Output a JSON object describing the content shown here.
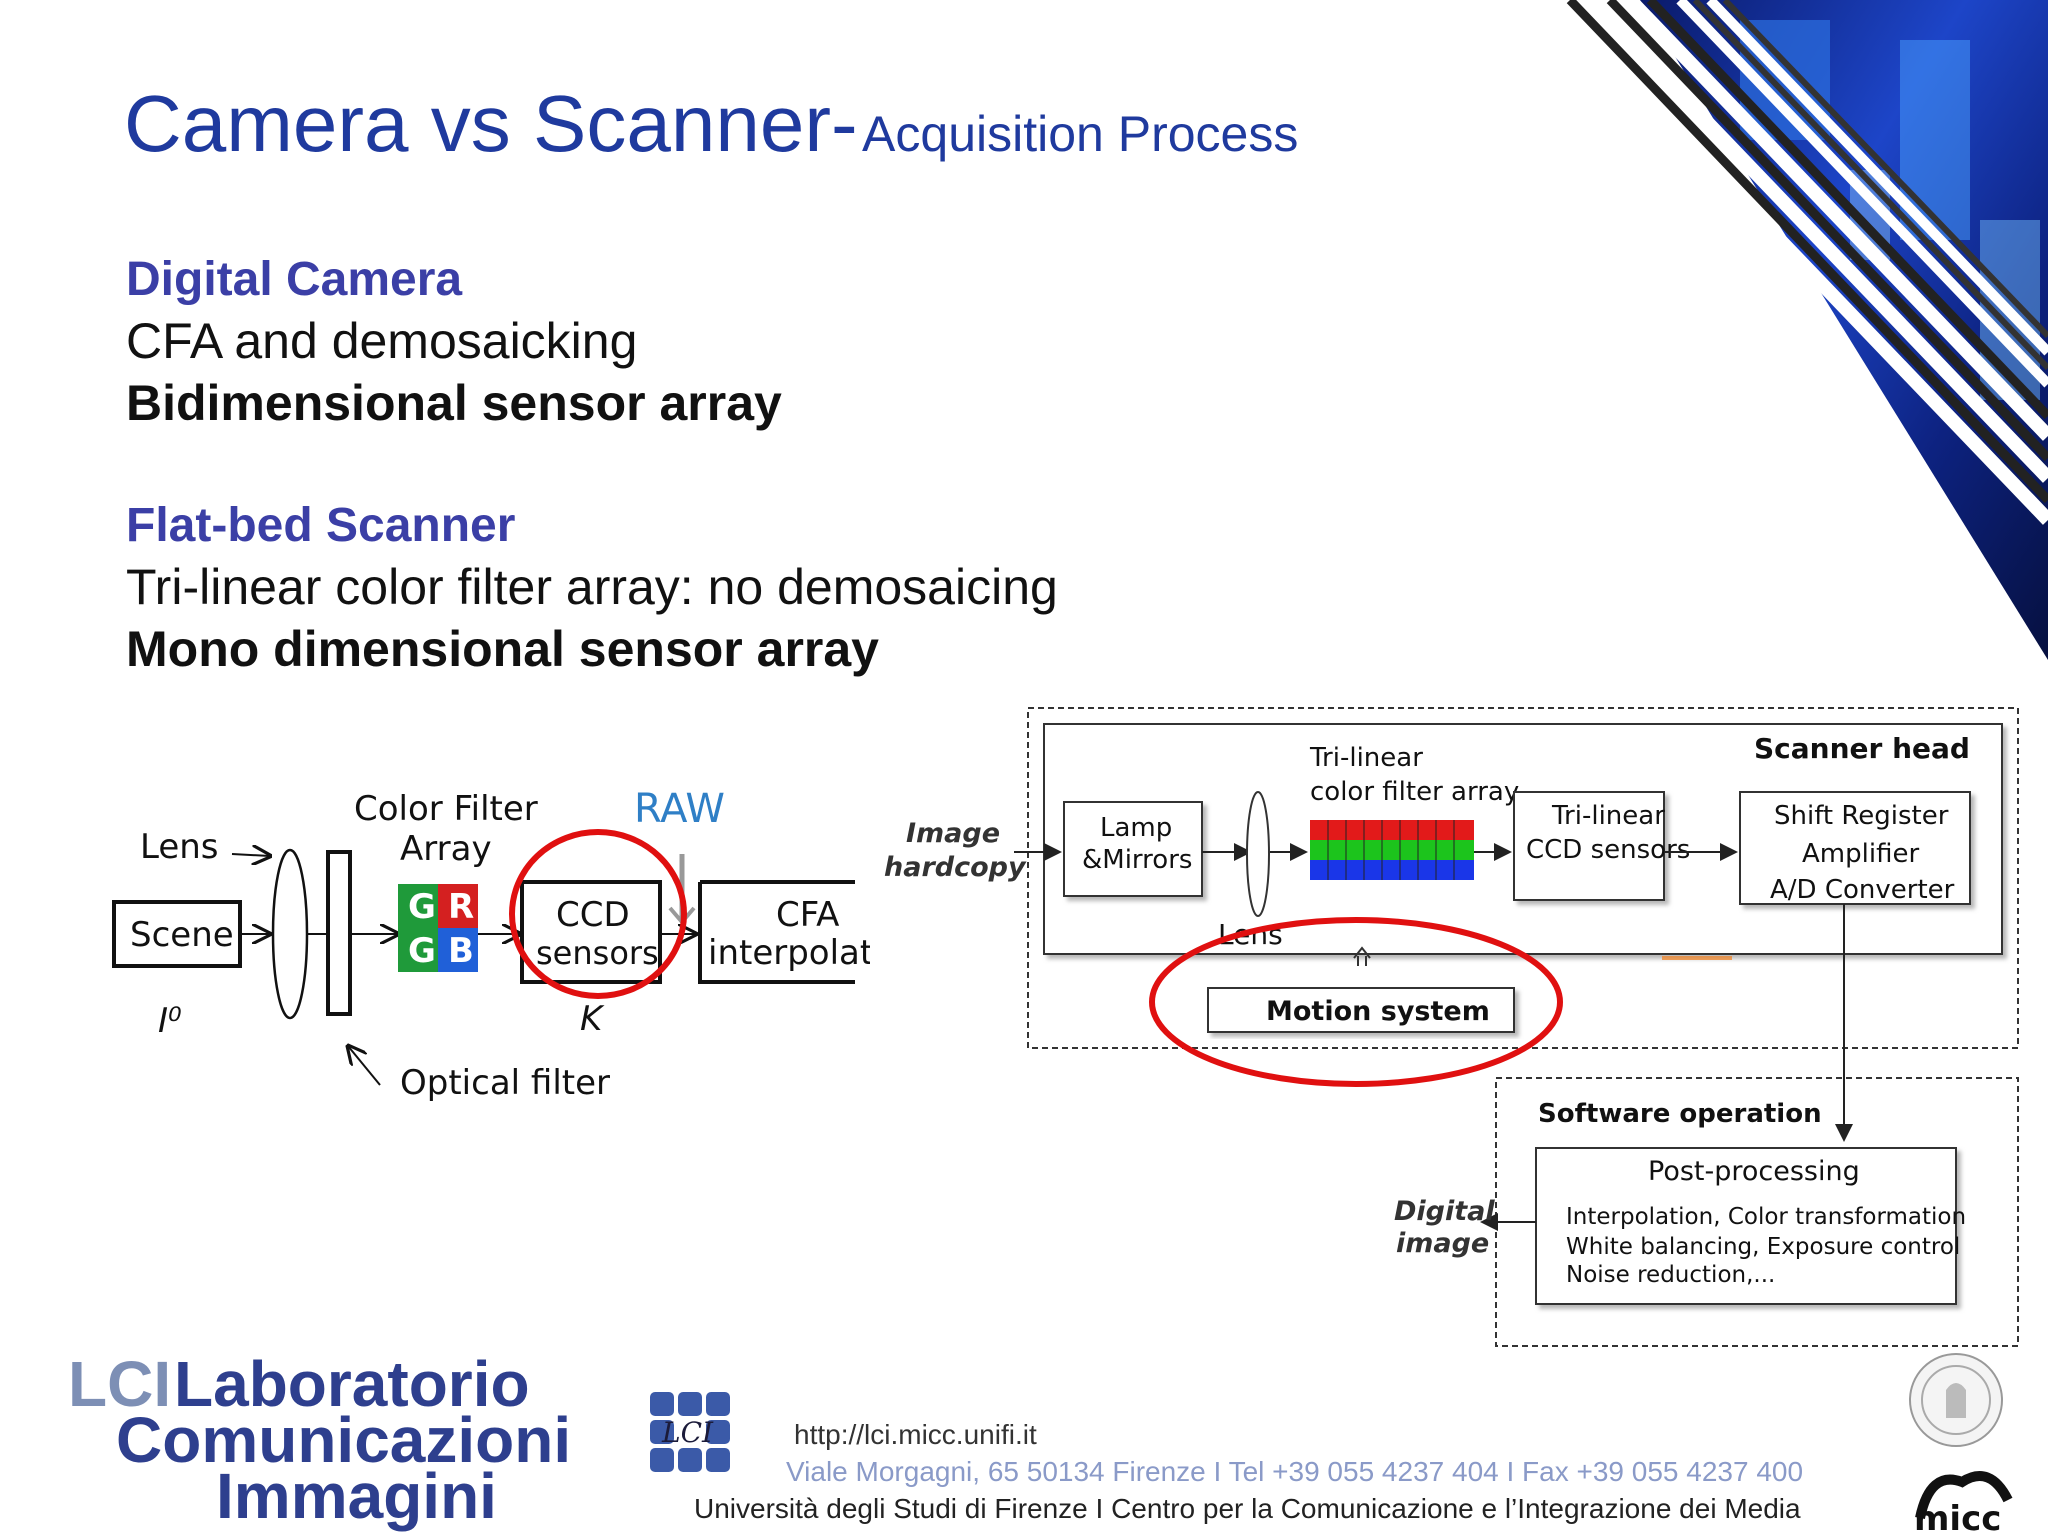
{
  "slide": {
    "title": "Camera vs Scanner-",
    "subtitle": "Acquisition Process"
  },
  "camera": {
    "heading": "Digital Camera",
    "line1": "CFA and demosaicking",
    "line2": "Bidimensional sensor array"
  },
  "scanner": {
    "heading": "Flat-bed Scanner",
    "line1": "Tri-linear color filter array: no demosaicing",
    "line2": "Mono dimensional sensor array"
  },
  "camera_diagram": {
    "lens": "Lens",
    "scene": "Scene",
    "scene_sym": "I⁰",
    "cfa_label1": "Color  Filter",
    "cfa_label2": "Array",
    "cfa_cells": [
      "G",
      "R",
      "G",
      "B"
    ],
    "raw": "RAW",
    "ccd1": "CCD",
    "ccd2": "sensors",
    "ccd_sym": "K",
    "cfa1": "CFA",
    "cfa2": "interpolat",
    "optical": "Optical  filter"
  },
  "scanner_diagram": {
    "image_hardcopy1": "Image",
    "image_hardcopy2": "hardcopy",
    "lamp1": "Lamp",
    "lamp2": "&Mirrors",
    "trilinear_cfa1": "Tri-linear",
    "trilinear_cfa2": "color filter array",
    "lens": "Lens",
    "ccd1": "Tri-linear",
    "ccd2": "CCD sensors",
    "scanner_head": "Scanner head",
    "shift1": "Shift Register",
    "shift2": "Amplifier",
    "shift3": "A/D Converter",
    "motion": "Motion system",
    "software": "Software operation",
    "post": "Post-processing",
    "post1": "Interpolation, Color transformation",
    "post2": "White balancing, Exposure control",
    "post3": "Noise reduction,...",
    "digital1": "Digital",
    "digital2": "image"
  },
  "footer": {
    "lci_abbr": "LCI",
    "lab1": "Laboratorio",
    "lab2": "Comunicazioni",
    "lab3": "Immagini",
    "url": "http://lci.micc.unifi.it",
    "address": "Viale Morgagni, 65  50134  Firenze   I   Tel +39 055 4237 404   I   Fax +39 055 4237 400",
    "university": "Università degli Studi di Firenze   I   Centro per la Comunicazione e l’Integrazione dei Media",
    "micc": "micc",
    "small_logo": "LCI"
  },
  "colors": {
    "title": "#1f3a9e",
    "heading": "#3b3fa6",
    "highlight": "#e01010"
  }
}
